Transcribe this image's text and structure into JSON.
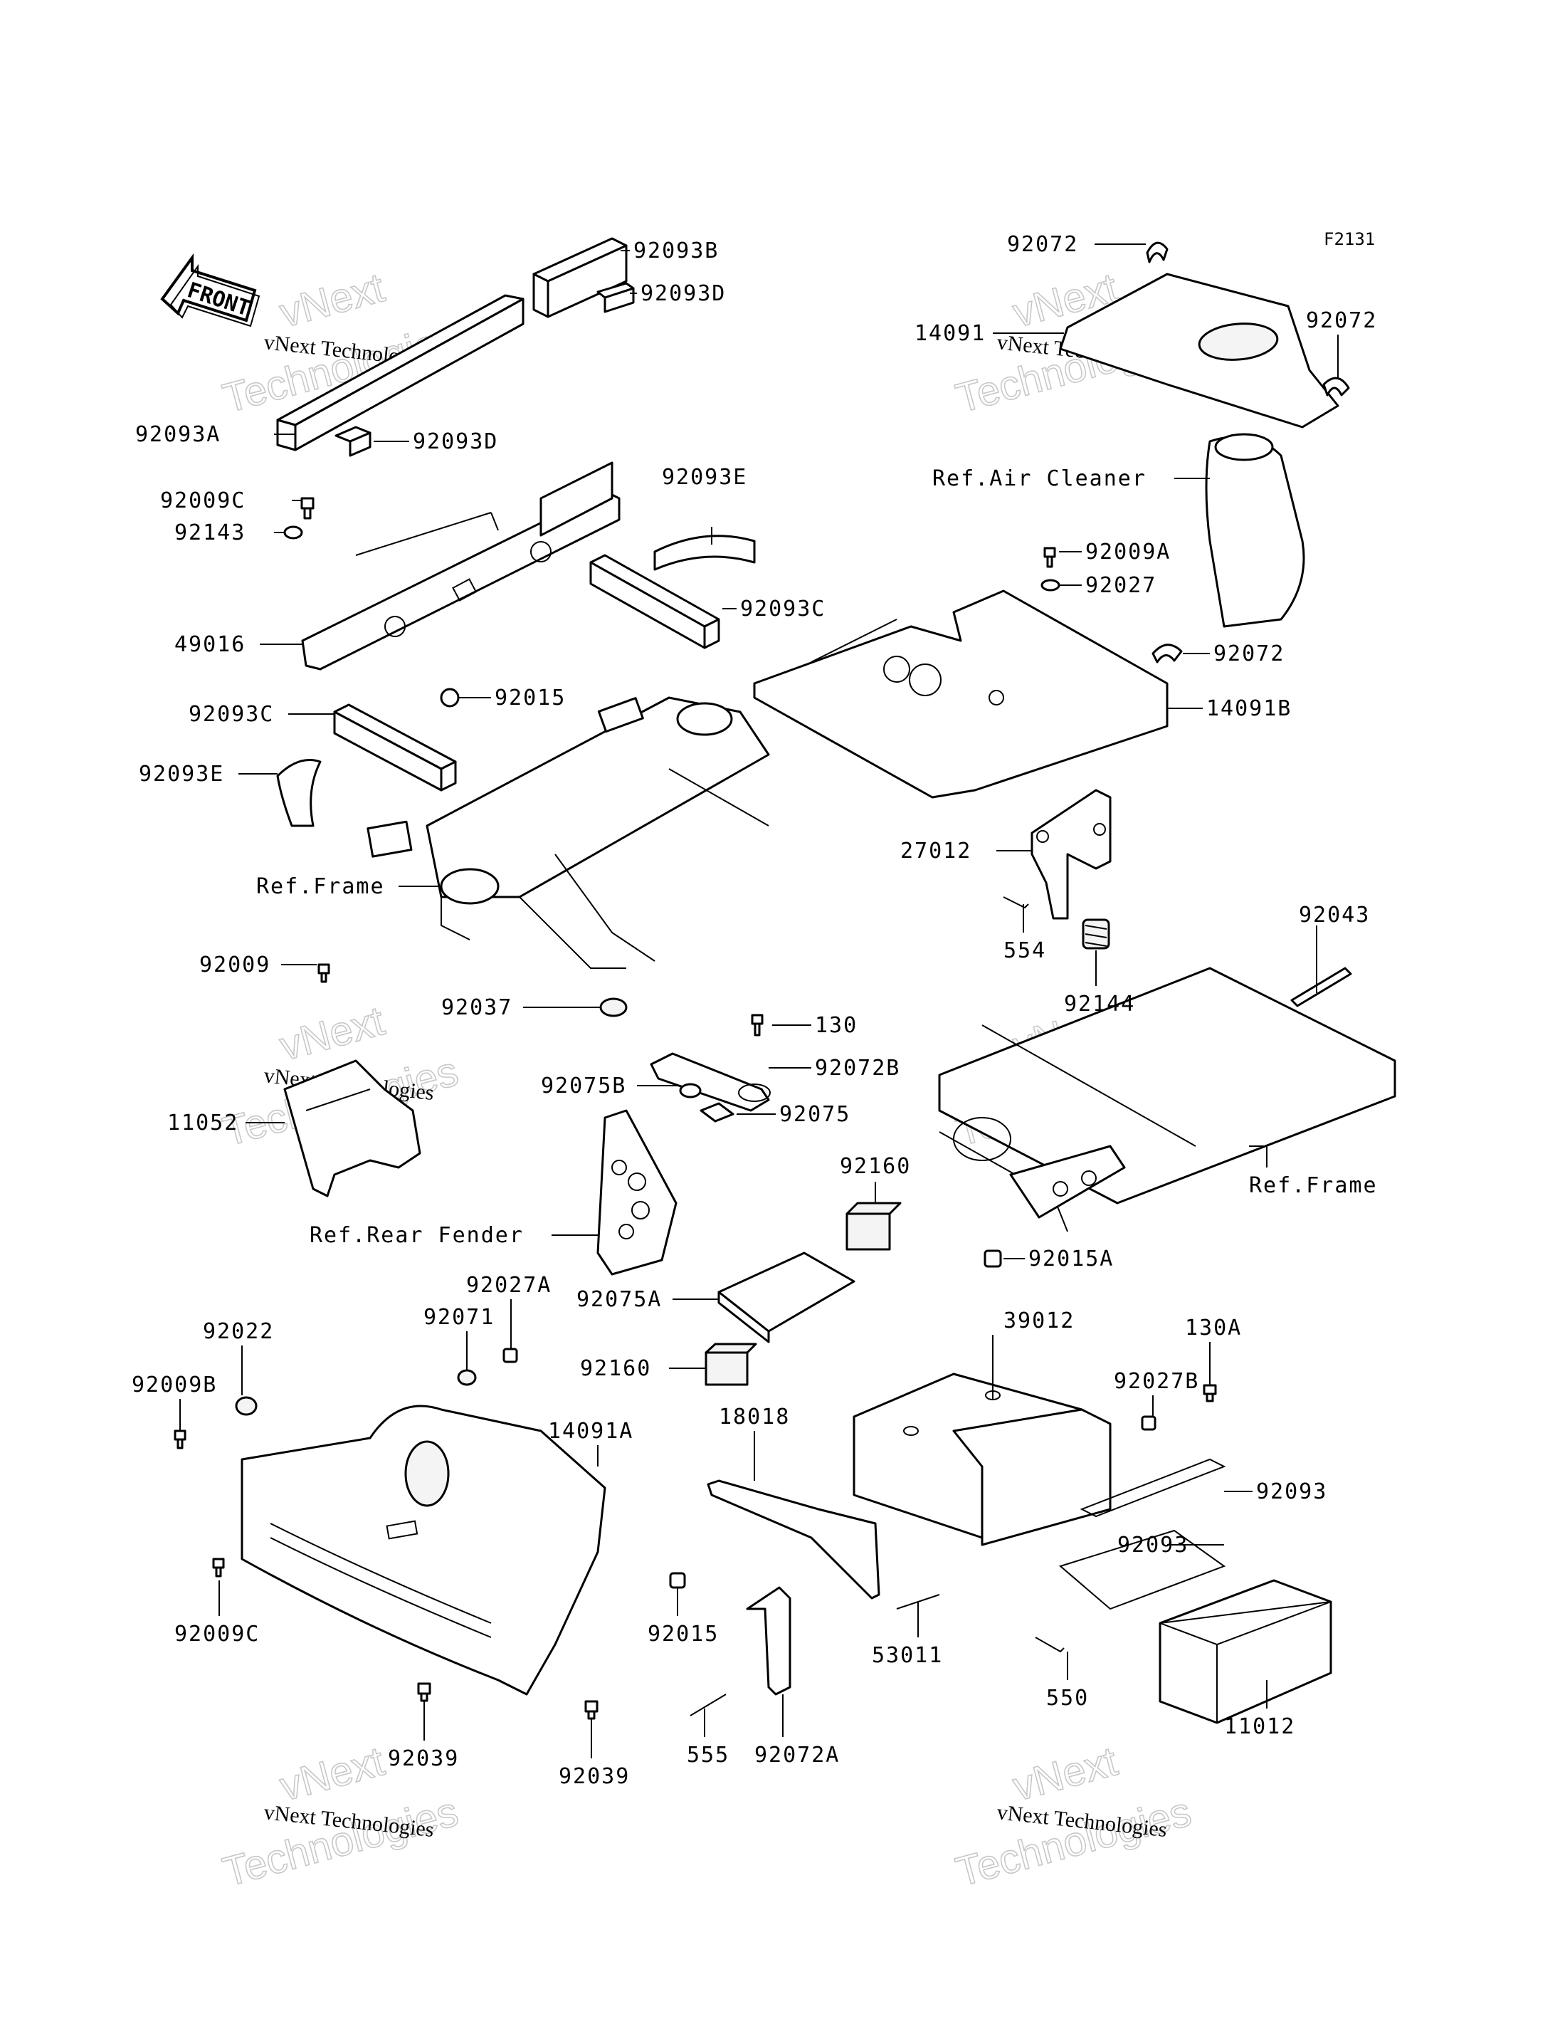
{
  "figure_code": "F2131",
  "front_arrow": {
    "label": "FRONT"
  },
  "watermark": {
    "brand": "vNext Technologies",
    "big_line1": "vNext",
    "big_line2": "Technologies"
  },
  "labels": {
    "l92093B": "92093B",
    "l92093D_top": "92093D",
    "l92093A": "92093A",
    "l92093D_mid": "92093D",
    "l92009C_top": "92009C",
    "l92143": "92143",
    "l92093E_top": "92093E",
    "l49016": "49016",
    "l92093C_right": "92093C",
    "l92015_top": "92015",
    "l92093C_left": "92093C",
    "l92093E_left": "92093E",
    "lRefFrame_left": "Ref.Frame",
    "l92072_top": "92072",
    "l14091": "14091",
    "l92072_right": "92072",
    "lRefAirCleaner": "Ref.Air Cleaner",
    "l92009A": "92009A",
    "l92027": "92027",
    "l92072_mid": "92072",
    "l14091B": "14091B",
    "l27012": "27012",
    "l554": "554",
    "l92144": "92144",
    "l92043": "92043",
    "lRefFrame_right": "Ref.Frame",
    "l92009": "92009",
    "l11052": "11052",
    "l92037": "92037",
    "l130": "130",
    "l92072B": "92072B",
    "l92075B": "92075B",
    "l92075": "92075",
    "l92160_top": "92160",
    "lRefRearFender": "Ref.Rear Fender",
    "l92015A": "92015A",
    "l92075A": "92075A",
    "l39012": "39012",
    "l130A": "130A",
    "l92027A": "92027A",
    "l92022": "92022",
    "l92071": "92071",
    "l92009B": "92009B",
    "l92160_mid": "92160",
    "l92027B": "92027B",
    "l14091A": "14091A",
    "l18018": "18018",
    "l92093_a": "92093",
    "l92093_b": "92093",
    "l92009C_bot": "92009C",
    "l92015_bot": "92015",
    "l53011": "53011",
    "l550": "550",
    "l11012": "11012",
    "l92039_a": "92039",
    "l92039_b": "92039",
    "l555": "555",
    "l92072A": "92072A"
  }
}
